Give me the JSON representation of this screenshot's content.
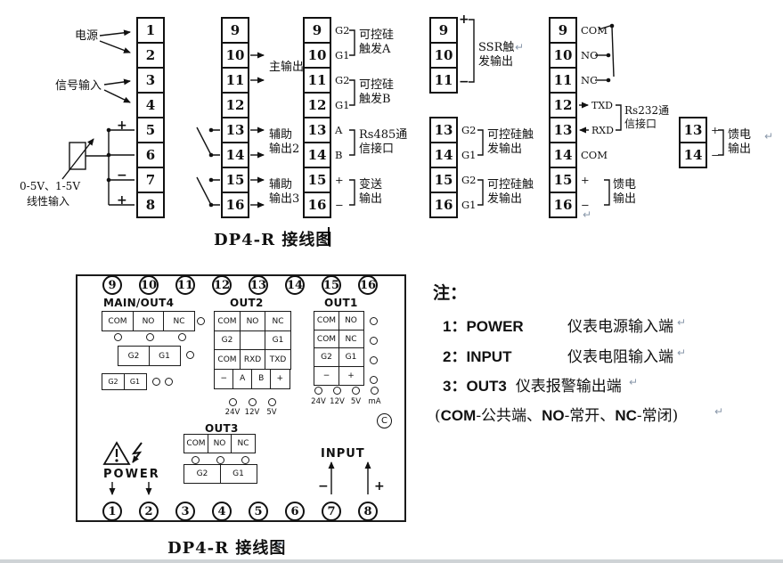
{
  "pilcrow": "↵",
  "top_diagram": {
    "caption": "DP4-R 接线图",
    "block1": {
      "left_cells": [
        "1",
        "2",
        "3",
        "4",
        "5",
        "6",
        "7",
        "8"
      ],
      "right_cells": [
        "9",
        "10",
        "11",
        "12",
        "13",
        "14",
        "15",
        "16"
      ],
      "power_label": "电源",
      "signal_label": "信号输入",
      "linear_l1": "0-5V、1-5V",
      "linear_l2": "线性输入",
      "plus_t5": "+",
      "minus_t7": "−",
      "plus_t8": "+",
      "main_output": "主输出",
      "aux2_l1": "辅助",
      "aux2_l2": "输出2",
      "aux3_l1": "辅助",
      "aux3_l2": "输出3"
    },
    "block2": {
      "cells": [
        {
          "n": "9",
          "side": "G2"
        },
        {
          "n": "10",
          "side": "G1"
        },
        {
          "n": "11",
          "side": "G2"
        },
        {
          "n": "12",
          "side": "G1"
        },
        {
          "n": "13",
          "side": "A"
        },
        {
          "n": "14",
          "side": "B"
        },
        {
          "n": "15",
          "side": "+"
        },
        {
          "n": "16",
          "side": "−"
        }
      ],
      "g1_l1": "可控硅",
      "g1_l2": "触发A",
      "g2_l1": "可控硅",
      "g2_l2": "触发B",
      "g3_l1": "Rs485通",
      "g3_l2": "信接口",
      "g4_l1": "变送",
      "g4_l2": "输出"
    },
    "block3": {
      "cells": [
        "9",
        "10",
        "11"
      ],
      "plus": "+",
      "minus": "−",
      "l1": "SSR触",
      "l2": "发输出"
    },
    "block4": {
      "cells": [
        {
          "n": "13",
          "side": "G2"
        },
        {
          "n": "14",
          "side": "G1"
        },
        {
          "n": "15",
          "side": "G2"
        },
        {
          "n": "16",
          "side": "G1"
        }
      ],
      "g1_l1": "可控硅触",
      "g1_l2": "发输出",
      "g2_l1": "可控硅触",
      "g2_l2": "发输出"
    },
    "block5": {
      "cells": [
        {
          "n": "9",
          "side": "COM"
        },
        {
          "n": "10",
          "side": "NO"
        },
        {
          "n": "11",
          "side": "NC"
        },
        {
          "n": "12"
        },
        {
          "n": "13"
        },
        {
          "n": "14",
          "side": "COM"
        },
        {
          "n": "15",
          "side": "+"
        },
        {
          "n": "16",
          "side": "−"
        }
      ],
      "txd": "TXD",
      "rxd": "RXD",
      "rs232_l1": "Rs232通",
      "rs232_l2": "信接口",
      "feed_l1": "馈电",
      "feed_l2": "输出"
    },
    "block6": {
      "cells": [
        {
          "n": "13",
          "side": "+"
        },
        {
          "n": "14",
          "side": "−"
        }
      ],
      "l1": "馈电",
      "l2": "输出"
    }
  },
  "panel": {
    "caption": "DP4-R 接线图",
    "top_terminals": [
      "9",
      "10",
      "11",
      "12",
      "13",
      "14",
      "15",
      "16"
    ],
    "bottom_terminals": [
      "1",
      "2",
      "3",
      "4",
      "5",
      "6",
      "7",
      "8"
    ],
    "main_out4": {
      "title": "MAIN/OUT4",
      "row1": [
        [
          "COM",
          "NO",
          "NC"
        ]
      ],
      "row2": [
        [
          "G2",
          "G1"
        ]
      ],
      "row3": [
        [
          "G2",
          "G1"
        ]
      ]
    },
    "out2": {
      "title": "OUT2",
      "rows": [
        [
          "COM",
          "NO",
          "NC"
        ],
        [
          "G2",
          "",
          "G1"
        ],
        [
          "COM",
          "RXD",
          "TXD"
        ],
        [
          "−",
          "A",
          "B",
          "+"
        ]
      ],
      "volts": [
        "24V",
        "12V",
        "5V"
      ]
    },
    "out1": {
      "title": "OUT1",
      "rows": [
        [
          "COM",
          "NO"
        ],
        [
          "COM",
          "NC"
        ],
        [
          "G2",
          "G1"
        ],
        [
          "−",
          "+"
        ]
      ],
      "volts": [
        "24V",
        "12V",
        "5V",
        "mA"
      ]
    },
    "out3": {
      "title": "OUT3",
      "row1": [
        [
          "COM",
          "NO",
          "NC"
        ]
      ],
      "row2": [
        [
          "G2",
          "G1"
        ]
      ]
    },
    "power_label": "POWER",
    "input_label": "INPUT",
    "input_minus": "−",
    "input_plus": "+",
    "c_mark": "C"
  },
  "notes": {
    "heading": "注：",
    "line1": {
      "num": "1：",
      "key": "POWER",
      "desc": "仪表电源输入端"
    },
    "line2": {
      "num": "2：",
      "key": "INPUT",
      "desc": "仪表电阻输入端"
    },
    "line3": {
      "num": "3：",
      "key": "OUT3",
      "desc": "仪表报警输出端"
    },
    "line4": {
      "p1": "(",
      "b1": "COM",
      "p2": "-公共端、",
      "b2": "NO",
      "p3": "-常开、",
      "b3": "NC",
      "p4": "-常闭)"
    }
  }
}
